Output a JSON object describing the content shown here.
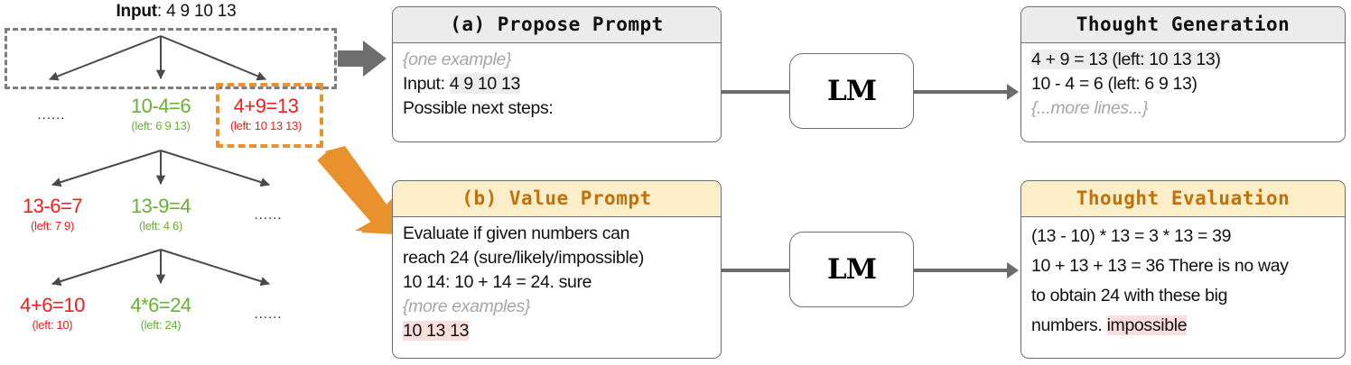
{
  "tree": {
    "title_label": "Input",
    "title_value": ": 4 9 10 13",
    "ellipsis": "......",
    "level1": [
      {
        "expr": "10-4=6",
        "left": "(left: 6 9 13)",
        "color": "green"
      },
      {
        "expr": "4+9=13",
        "left": "(left: 10 13 13)",
        "color": "red"
      }
    ],
    "level2": [
      {
        "expr": "13-6=7",
        "left": "(left: 7 9)",
        "color": "red"
      },
      {
        "expr": "13-9=4",
        "left": "(left: 4 6)",
        "color": "green"
      }
    ],
    "level3": [
      {
        "expr": "4+6=10",
        "left": "(left: 10)",
        "color": "red"
      },
      {
        "expr": "4*6=24",
        "left": "(left: 24)",
        "color": "green"
      }
    ]
  },
  "propose_prompt": {
    "title": "(a) Propose Prompt",
    "line_example": "{one example}",
    "line_input_label": "Input: ",
    "line_input_value": "4 9 10 13",
    "line_steps": "Possible next steps:"
  },
  "value_prompt": {
    "title": "(b) Value Prompt",
    "line1": "Evaluate if given numbers can",
    "line2": "reach 24 (sure/likely/impossible)",
    "line3": "10 14: 10 + 14 = 24. sure",
    "line4": "{more examples}",
    "line5_value": "10 13 13"
  },
  "thought_generation": {
    "title": "Thought Generation",
    "line1": "4 + 9 = 13 (left: 10 13 13)",
    "line2": "10 - 4 = 6 (left: 6 9 13)",
    "line3": "{...more lines...}"
  },
  "thought_evaluation": {
    "title": "Thought Evaluation",
    "line1": "(13 - 10) * 13 = 3 * 13 = 39",
    "line2": "10 + 13 + 13 = 36 There is no way",
    "line3": "to obtain 24 with these big",
    "line4_prefix": "numbers. ",
    "line4_verdict": "impossible"
  },
  "model": {
    "lm_label": "LM"
  },
  "colors": {
    "green": "#66b032",
    "red": "#f41d1d",
    "orange": "#e8912d",
    "grey_dash": "#7d7d7d",
    "amber_fill": "#fceec8",
    "pink_hl": "#fadede",
    "grey_hl": "#ededed",
    "connector": "#6b6b6b"
  }
}
